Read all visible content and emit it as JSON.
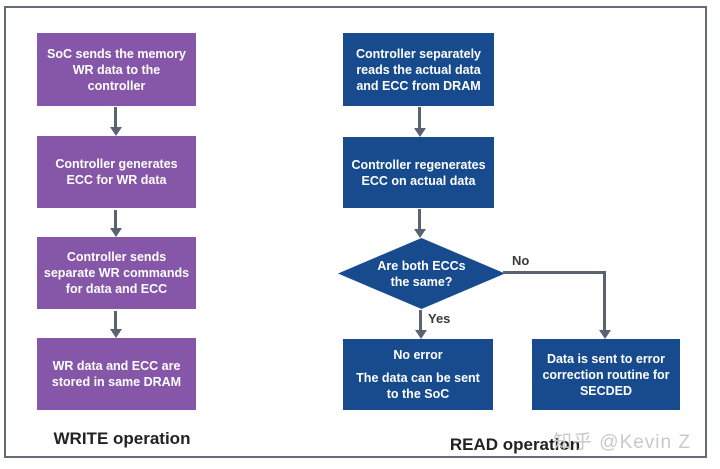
{
  "write": {
    "label": "WRITE operation",
    "steps": [
      "SoC sends the memory WR data to the controller",
      "Controller generates ECC for WR data",
      "Controller sends separate WR commands for data and ECC",
      "WR data and ECC are stored in same DRAM"
    ]
  },
  "read": {
    "label": "READ operation",
    "steps": [
      "Controller separately reads the actual data and ECC from DRAM",
      "Controller regenerates ECC on actual data"
    ],
    "decision": "Are both ECCs the same?",
    "yes_label": "Yes",
    "no_label": "No",
    "no_error_title": "No error",
    "no_error_body": "The data can be sent to the SoC",
    "error_outcome": "Data is sent to error correction routine for SECDED"
  },
  "watermark": "知乎 @Kevin Z",
  "colors": {
    "write_box": "#8657a8",
    "read_box": "#174b8e",
    "arrow": "#5b6370",
    "frame_border": "#666a75",
    "box_text": "#ffffff",
    "label_text": "#222222",
    "watermark_text": "#c9c9cc"
  }
}
